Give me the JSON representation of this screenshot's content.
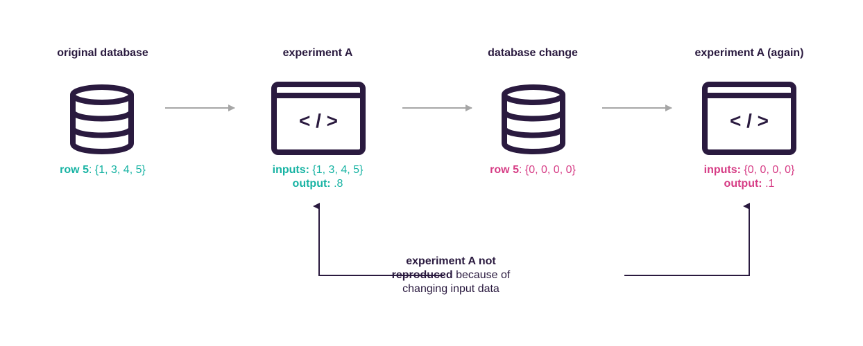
{
  "nodes": [
    {
      "title": "original database",
      "icon": "database-icon",
      "caption": [
        {
          "parts": [
            {
              "text": "row 5",
              "bold": true
            },
            {
              "text": ": {1, 3, 4, 5}",
              "bold": false
            }
          ]
        }
      ],
      "color": "#17b3a3"
    },
    {
      "title": "experiment A",
      "icon": "code-window-icon",
      "caption": [
        {
          "parts": [
            {
              "text": "inputs:",
              "bold": true
            },
            {
              "text": " {1, 3, 4, 5}",
              "bold": false
            }
          ]
        },
        {
          "parts": [
            {
              "text": "output:",
              "bold": true
            },
            {
              "text": " .8",
              "bold": false
            }
          ]
        }
      ],
      "color": "#17b3a3"
    },
    {
      "title": "database change",
      "icon": "database-icon",
      "caption": [
        {
          "parts": [
            {
              "text": "row 5",
              "bold": true
            },
            {
              "text": ": {0, 0, 0, 0}",
              "bold": false
            }
          ]
        }
      ],
      "color": "#d63c85"
    },
    {
      "title": "experiment A (again)",
      "icon": "code-window-icon",
      "caption": [
        {
          "parts": [
            {
              "text": "inputs:",
              "bold": true
            },
            {
              "text": " {0, 0, 0, 0}",
              "bold": false
            }
          ]
        },
        {
          "parts": [
            {
              "text": "output:",
              "bold": true
            },
            {
              "text": " .1",
              "bold": false
            }
          ]
        }
      ],
      "color": "#d63c85"
    }
  ],
  "code_glyph": "< / >",
  "note": {
    "bold_1": "experiment A not",
    "bold_2": "reproduced",
    "rest_2": " because of",
    "line_3": "changing input data"
  },
  "colors": {
    "ink": "#2a1a3f",
    "teal": "#17b3a3",
    "pink": "#d63c85",
    "arrow": "#a6a6a6"
  }
}
